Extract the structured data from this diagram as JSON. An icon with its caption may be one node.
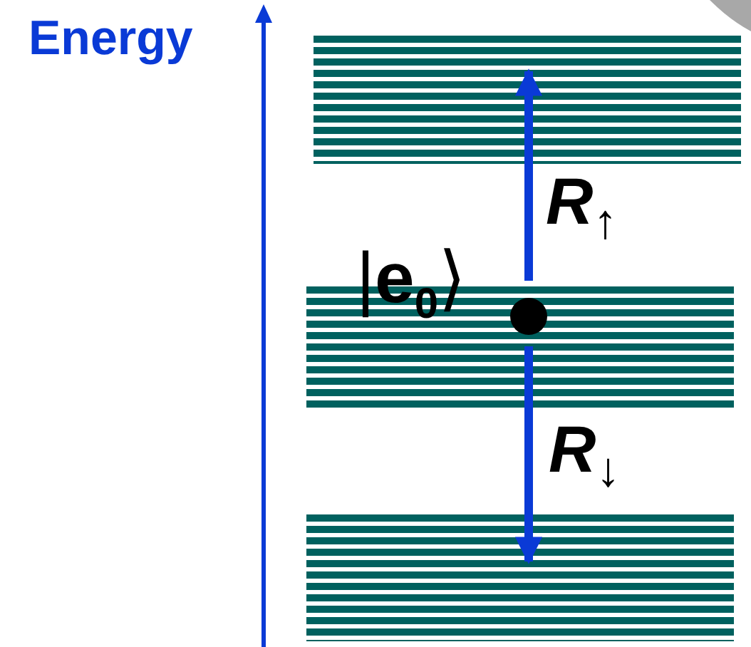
{
  "diagram": {
    "nodes": [
      {
        "text": [],
        "shape": "bar"
      },
      {
        "text": [],
        "shape": "bar"
      },
      {
        "text": [],
        "shape": "bar"
      },
      {
        "text": [],
        "shape": "circle",
        "in": 1
      }
    ],
    "edges": [
      {
        "from": 3,
        "to": 0,
        "arrow": "to",
        "label": "*R*$_{↑}$"
      },
      {
        "from": 3,
        "to": 2,
        "arrow": "to",
        "label": "*R*$_{↓}$"
      }
    ],
    "labels": [
      "Energy",
      "|**e**$_{0}$⟩"
    ]
  }
}
